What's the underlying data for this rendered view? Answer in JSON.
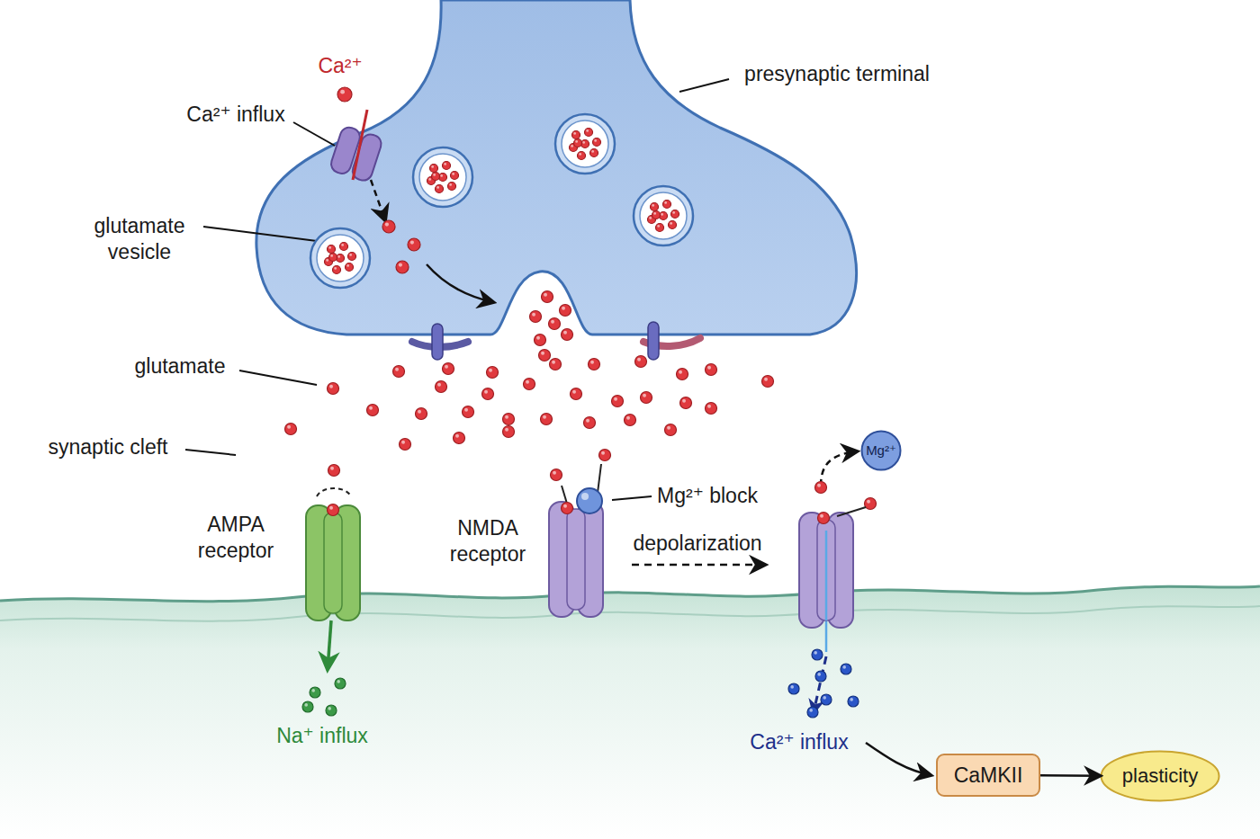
{
  "diagram": {
    "nodes": [
      {
        "text": [
          "Mg²⁺"
        ]
      },
      {
        "text": [
          "CaMKII"
        ]
      },
      {
        "text": [
          "plasticity"
        ]
      }
    ],
    "edges": [
      {
        "from": 1,
        "to": 2,
        "arrow": "to"
      }
    ],
    "labels": [
      "Ca²⁺",
      "Ca²⁺ influx",
      "presynaptic terminal",
      "glutamate vesicle",
      "glutamate",
      "synaptic cleft",
      "AMPA receptor",
      "NMDA receptor",
      "Mg²⁺ block",
      "depolarization",
      "Na⁺ influx",
      "Ca²⁺ influx"
    ]
  }
}
